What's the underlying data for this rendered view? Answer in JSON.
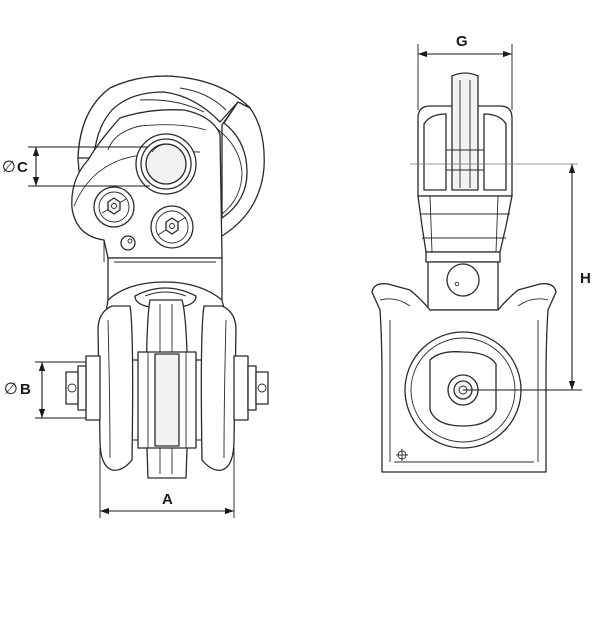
{
  "diameter_symbol": "∅",
  "dimensions": {
    "a": "A",
    "b": "B",
    "c": "C",
    "g": "G",
    "h": "H"
  }
}
